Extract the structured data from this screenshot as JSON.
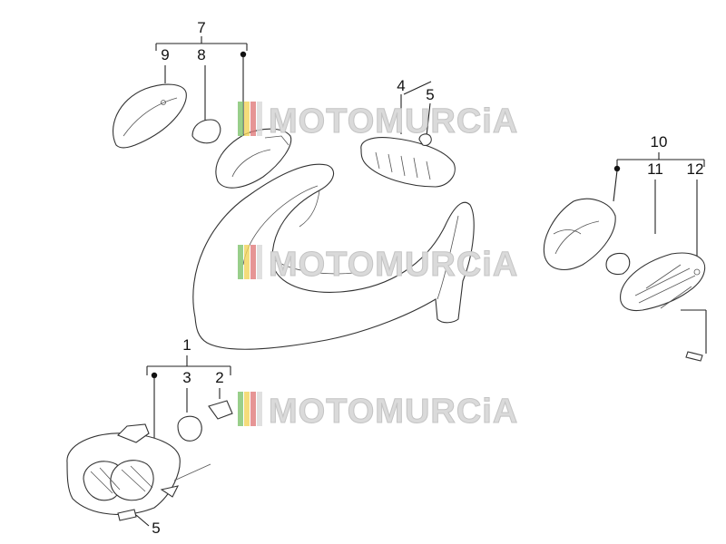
{
  "watermark": {
    "text": "MOTOMURCiA",
    "colors": {
      "green": "#7fc36e",
      "yellow": "#f1d35a",
      "red": "#e07a7a",
      "gray": "#d8d8d8"
    }
  },
  "callouts": {
    "c1": "1",
    "c2": "2",
    "c3": "3",
    "c4": "4",
    "c5a": "5",
    "c5b": "5",
    "c7": "7",
    "c8": "8",
    "c9": "9",
    "c10": "10",
    "c11": "11",
    "c12": "12"
  },
  "colors": {
    "ink": "#222222",
    "background": "#ffffff"
  }
}
